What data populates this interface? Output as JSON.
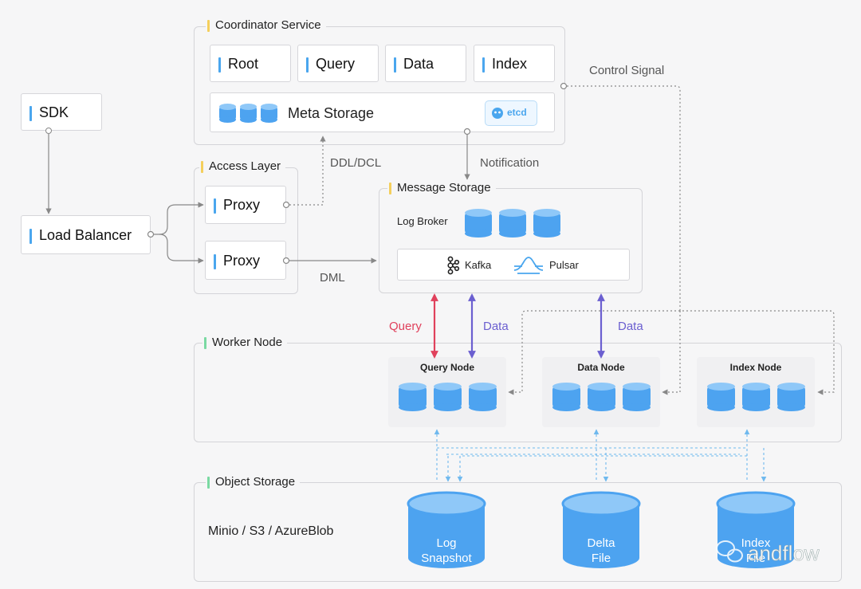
{
  "coordinator": {
    "title": "Coordinator Service",
    "items": [
      "Root",
      "Query",
      "Data",
      "Index"
    ],
    "meta_storage": "Meta Storage",
    "etcd": "etcd"
  },
  "control_signal": "Control Signal",
  "sdk": "SDK",
  "load_balancer": "Load Balancer",
  "access_layer": {
    "title": "Access Layer",
    "proxy1": "Proxy",
    "proxy2": "Proxy"
  },
  "ddl_dcl": "DDL/DCL",
  "notification": "Notification",
  "dml": "DML",
  "message_storage": {
    "title": "Message Storage",
    "log_broker": "Log Broker",
    "kafka": "Kafka",
    "pulsar": "Pulsar"
  },
  "arrows": {
    "query": "Query",
    "data1": "Data",
    "data2": "Data",
    "query_color": "#e0415c",
    "data_color": "#6b5fd0"
  },
  "worker_node": {
    "title": "Worker Node",
    "query_node": "Query Node",
    "data_node": "Data Node",
    "index_node": "Index Node"
  },
  "object_storage": {
    "title": "Object Storage",
    "backends": "Minio / S3 / AzureBlob",
    "log_snapshot": [
      "Log",
      "Snapshot"
    ],
    "delta_file": [
      "Delta",
      "File"
    ],
    "index_file": [
      "Index",
      "File"
    ]
  },
  "watermark": "andflow",
  "colors": {
    "db_fill": "#4da3f0",
    "db_top": "#8fc8f8",
    "accent_yellow": "#f4cf5c",
    "accent_green": "#7ad9a2",
    "accent_blue": "#4aa6ee"
  }
}
